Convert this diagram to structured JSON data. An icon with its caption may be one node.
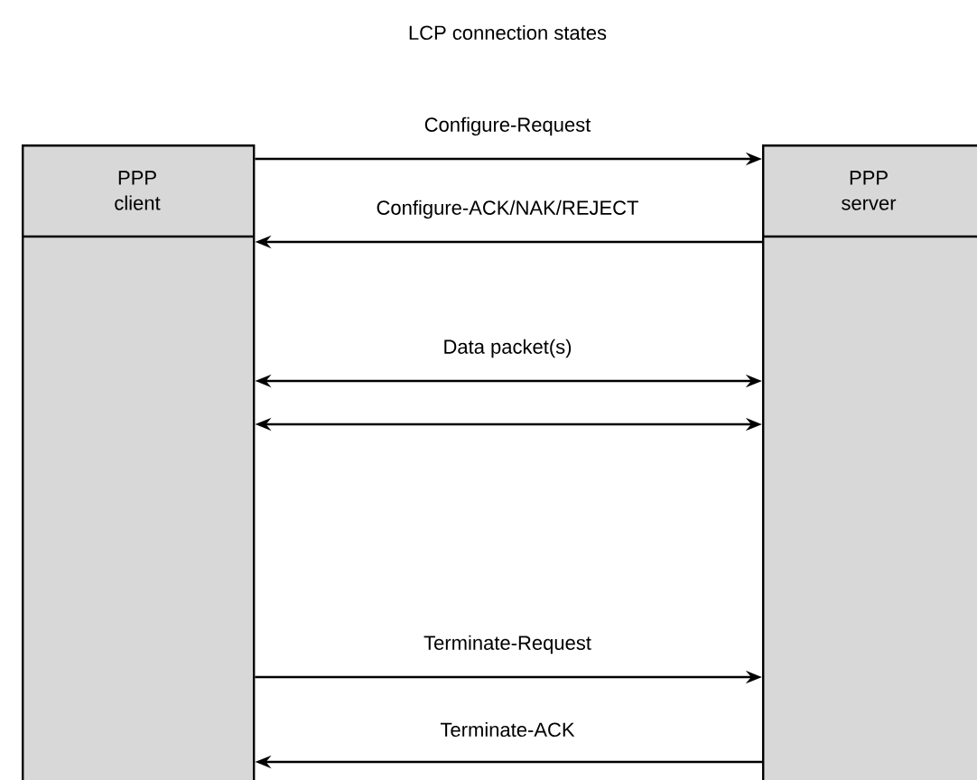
{
  "diagram": {
    "title": "LCP connection states",
    "nodes": [
      {
        "text": [
          "PPP client"
        ]
      },
      {
        "text": [
          "PPP server"
        ]
      }
    ],
    "edges": [
      {
        "from": 0,
        "to": 1,
        "arrow": "to",
        "label": "Configure-Request"
      },
      {
        "from": 1,
        "to": 0,
        "arrow": "to",
        "label": "Configure-ACK/NAK/REJECT"
      },
      {
        "from": 0,
        "to": 1,
        "arrow": "both",
        "label": "Data packet(s)"
      },
      {
        "from": 0,
        "to": 1,
        "arrow": "both"
      },
      {
        "from": 0,
        "to": 1,
        "arrow": "to",
        "label": "Terminate-Request"
      },
      {
        "from": 1,
        "to": 0,
        "arrow": "to",
        "label": "Terminate-ACK"
      }
    ]
  }
}
